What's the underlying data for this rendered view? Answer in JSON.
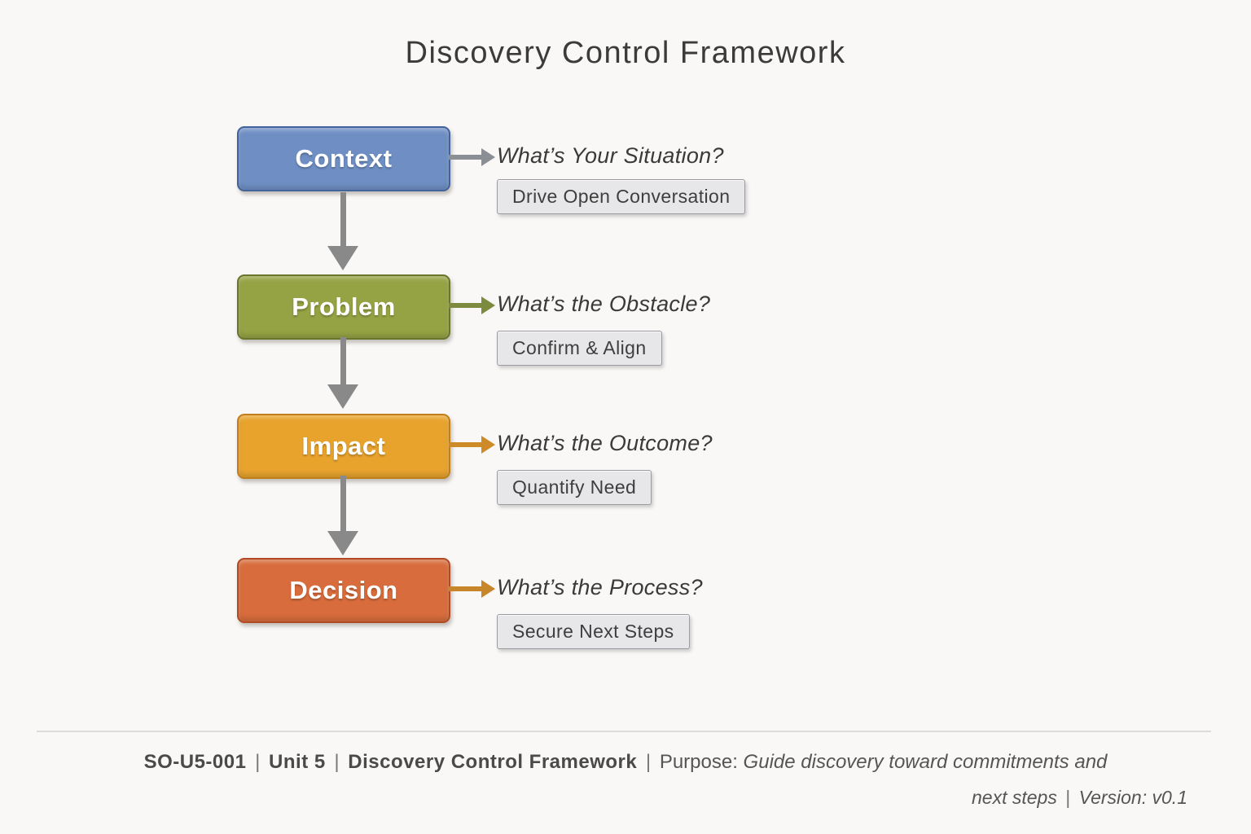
{
  "title": "Discovery Control Framework",
  "connector_color": "#898989",
  "steps": [
    {
      "label": "Context",
      "question": "What’s Your Situation?",
      "action": "Drive Open Conversation",
      "fill": "#6f8fc4",
      "border": "#44639c",
      "arrow_color": "#8a8f95"
    },
    {
      "label": "Problem",
      "question": "What’s the Obstacle?",
      "action": "Confirm & Align",
      "fill": "#96a344",
      "border": "#68772c",
      "arrow_color": "#7d8b3f"
    },
    {
      "label": "Impact",
      "question": "What’s the Outcome?",
      "action": "Quantify Need",
      "fill": "#e8a32d",
      "border": "#c07f1b",
      "arrow_color": "#cf8a28"
    },
    {
      "label": "Decision",
      "question": "What’s the Process?",
      "action": "Secure Next Steps",
      "fill": "#d86c3c",
      "border": "#b24b25",
      "arrow_color": "#c8862a"
    }
  ],
  "footer": {
    "doc_id": "SO-U5-001",
    "unit": "Unit 5",
    "doc_name": "Discovery Control Framework",
    "separator": "|",
    "purpose_label": "Purpose:",
    "purpose_text": "Guide discovery toward commitments and",
    "purpose_text_line2": "next steps",
    "version_label": "Version:",
    "version_value": "v0.1"
  }
}
